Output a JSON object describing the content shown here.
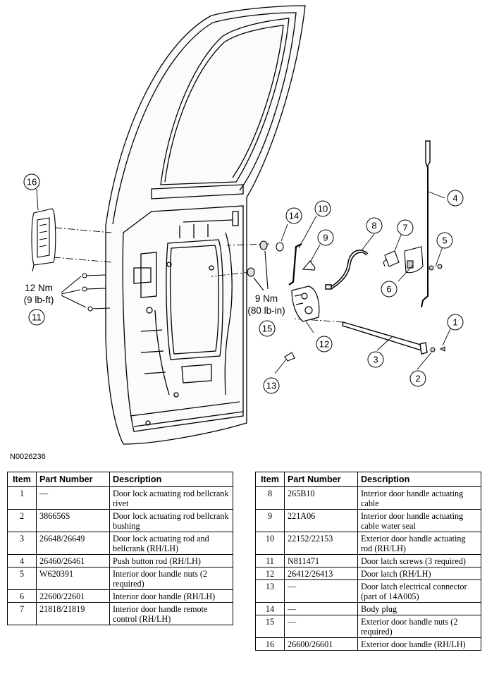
{
  "figure_id": "N0026236",
  "callouts": {
    "c1": "1",
    "c2": "2",
    "c3": "3",
    "c4": "4",
    "c5": "5",
    "c6": "6",
    "c7": "7",
    "c8": "8",
    "c9": "9",
    "c10": "10",
    "c11": "11",
    "c12": "12",
    "c13": "13",
    "c14": "14",
    "c15": "15",
    "c16": "16"
  },
  "torque_left": {
    "line1": "12 Nm",
    "line2": "(9 lb-ft)"
  },
  "torque_right": {
    "line1": "9 Nm",
    "line2": "(80 lb-in)"
  },
  "table": {
    "headers": {
      "item": "Item",
      "part_number": "Part Number",
      "description": "Description"
    },
    "rows_left": [
      {
        "item": "1",
        "part": "—",
        "desc": "Door lock actuating rod bellcrank rivet"
      },
      {
        "item": "2",
        "part": "386656S",
        "desc": "Door lock actuating rod bellcrank bushing"
      },
      {
        "item": "3",
        "part": "26648/26649",
        "desc": "Door lock actuating rod and bellcrank (RH/LH)"
      },
      {
        "item": "4",
        "part": "26460/26461",
        "desc": "Push button rod (RH/LH)"
      },
      {
        "item": "5",
        "part": "W620391",
        "desc": "Interior door handle nuts (2 required)"
      },
      {
        "item": "6",
        "part": "22600/22601",
        "desc": "Interior door handle (RH/LH)"
      },
      {
        "item": "7",
        "part": "21818/21819",
        "desc": "Interior door handle remote control (RH/LH)"
      }
    ],
    "rows_right": [
      {
        "item": "8",
        "part": "265B10",
        "desc": "Interior door handle actuating cable"
      },
      {
        "item": "9",
        "part": "221A06",
        "desc": "Interior door handle actuating cable water seal"
      },
      {
        "item": "10",
        "part": "22152/22153",
        "desc": "Exterior door handle actuating rod (RH/LH)"
      },
      {
        "item": "11",
        "part": "N811471",
        "desc": "Door latch screws (3 required)"
      },
      {
        "item": "12",
        "part": "26412/26413",
        "desc": "Door latch (RH/LH)"
      },
      {
        "item": "13",
        "part": "—",
        "desc": "Door latch electrical connector (part of 14A005)"
      },
      {
        "item": "14",
        "part": "—",
        "desc": "Body plug"
      },
      {
        "item": "15",
        "part": "—",
        "desc": "Exterior door handle nuts (2 required)"
      },
      {
        "item": "16",
        "part": "26600/26601",
        "desc": "Exterior door handle (RH/LH)"
      }
    ]
  }
}
